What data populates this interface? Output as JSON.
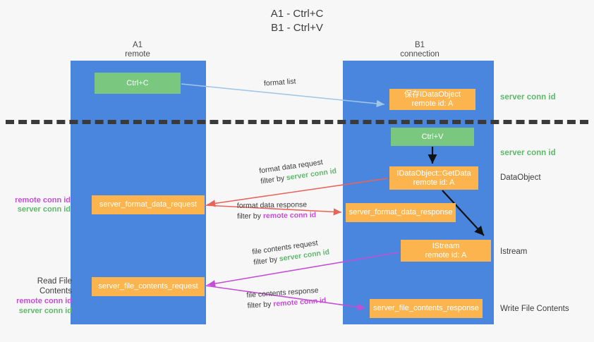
{
  "title": "A1 - Ctrl+C\nB1 - Ctrl+V",
  "columns": {
    "left": "A1\nremote",
    "right": "B1\nconnection"
  },
  "nodes": {
    "ctrl_c": "Ctrl+C",
    "idataobject": "保存IDataObject\nremote id: A",
    "ctrl_v": "Ctrl+V",
    "getdata": "IDataObject::GetData\nremote id: A",
    "format_data_request": "server_format_data_request",
    "format_data_response": "server_format_data_response",
    "istream": "IStream\nremote id: A",
    "file_contents_request": "server_file_contents_request",
    "file_contents_response": "server_file_contents_response"
  },
  "side_notes": {
    "server_conn_id_top": "server conn id",
    "server_conn_id_mid": "server conn id",
    "dataobject": "DataObject",
    "istream": "Istream",
    "write_file_contents": "Write File Contents"
  },
  "left_notes": {
    "remote_conn_id_1": "remote conn id",
    "server_conn_id_1": "server conn id",
    "read_file_contents": "Read File Contents",
    "remote_conn_id_2": "remote conn id",
    "server_conn_id_2": "server conn id"
  },
  "edge_labels": {
    "format_list": "format list",
    "format_data_request": "format data request",
    "format_data_request_filter_prefix": "filter by ",
    "format_data_request_filter_value": "server conn id",
    "format_data_response": "format data response",
    "format_data_response_filter_prefix": "filter by ",
    "format_data_response_filter_value": "remote conn id",
    "file_contents_request": "file contents request",
    "file_contents_request_filter_prefix": "filter by ",
    "file_contents_request_filter_value": "server conn id",
    "file_contents_response": "file contents response",
    "file_contents_response_filter_prefix": "filter by ",
    "file_contents_response_filter_value": "remote conn id"
  },
  "colors": {
    "lane": "#4a86de",
    "green_node": "#7ac77f",
    "orange_node": "#fcb54e",
    "green_text": "#5eb96a",
    "purple_text": "#c44fd4",
    "red_arrow": "#e8635a",
    "magenta_arrow": "#c44fd4",
    "light_blue_arrow": "#9ec7ea",
    "black_arrow": "#000000",
    "background": "#f7f7f7"
  }
}
